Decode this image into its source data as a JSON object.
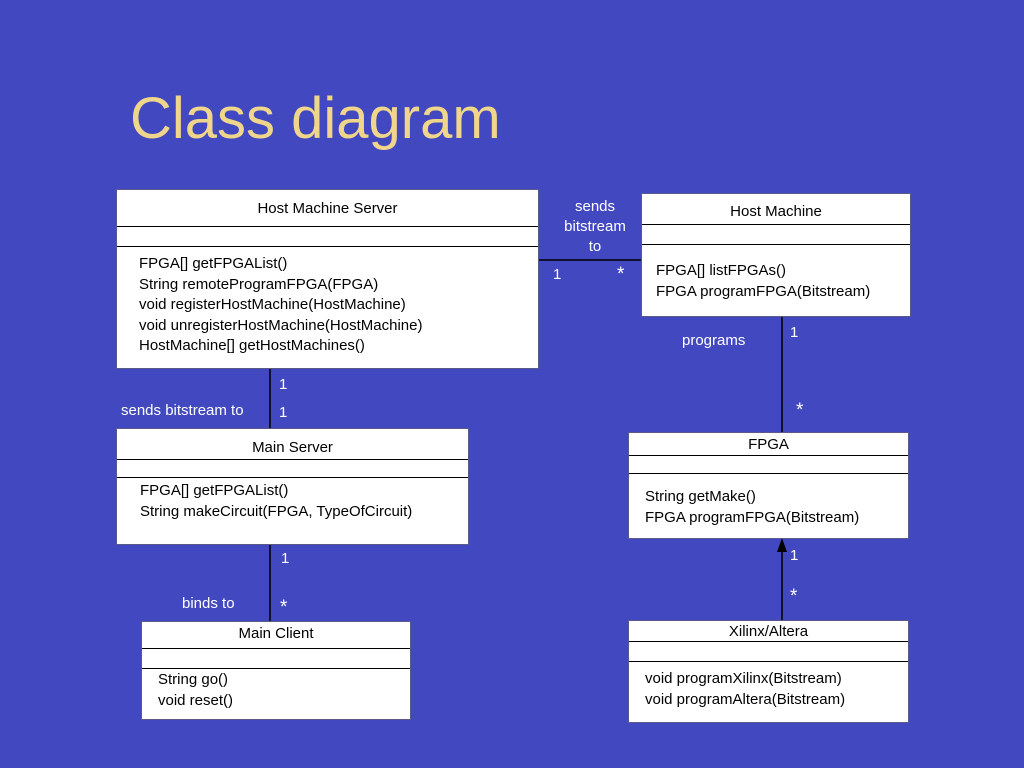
{
  "title": "Class diagram",
  "classes": {
    "host_machine_server": {
      "name": "Host Machine Server",
      "operations": [
        "FPGA[] getFPGAList()",
        "String remoteProgramFPGA(FPGA)",
        "void registerHostMachine(HostMachine)",
        "void unregisterHostMachine(HostMachine)",
        "HostMachine[] getHostMachines()"
      ]
    },
    "host_machine": {
      "name": "Host Machine",
      "operations": [
        "FPGA[] listFPGAs()",
        "FPGA programFPGA(Bitstream)"
      ]
    },
    "main_server": {
      "name": "Main Server",
      "operations": [
        "FPGA[] getFPGAList()",
        "String makeCircuit(FPGA, TypeOfCircuit)"
      ]
    },
    "fpga": {
      "name": "FPGA",
      "operations": [
        "String getMake()",
        "FPGA programFPGA(Bitstream)"
      ]
    },
    "main_client": {
      "name": "Main Client",
      "operations": [
        "String go()",
        "void reset()"
      ]
    },
    "xilinx_altera": {
      "name": "Xilinx/Altera",
      "operations": [
        "void programXilinx(Bitstream)",
        "void programAltera(Bitstream)"
      ]
    }
  },
  "associations": {
    "hms_to_hm": {
      "label_lines": [
        "sends",
        "bitstream",
        "to"
      ],
      "mult_source": "1",
      "mult_target": "*"
    },
    "hm_to_fpga": {
      "label": "programs",
      "mult_source": "1",
      "mult_target": "*"
    },
    "ms_to_hms": {
      "label": "sends bitstream to",
      "mult_source": "1",
      "mult_target": "1"
    },
    "ms_to_client": {
      "label": "binds to",
      "mult_source": "1",
      "mult_target": "*"
    },
    "xa_to_fpga": {
      "mult_source": "1",
      "mult_target": "*"
    }
  },
  "colors": {
    "background": "#4249c0",
    "title": "#f0d68a",
    "text_on_bg": "#ffffff"
  }
}
